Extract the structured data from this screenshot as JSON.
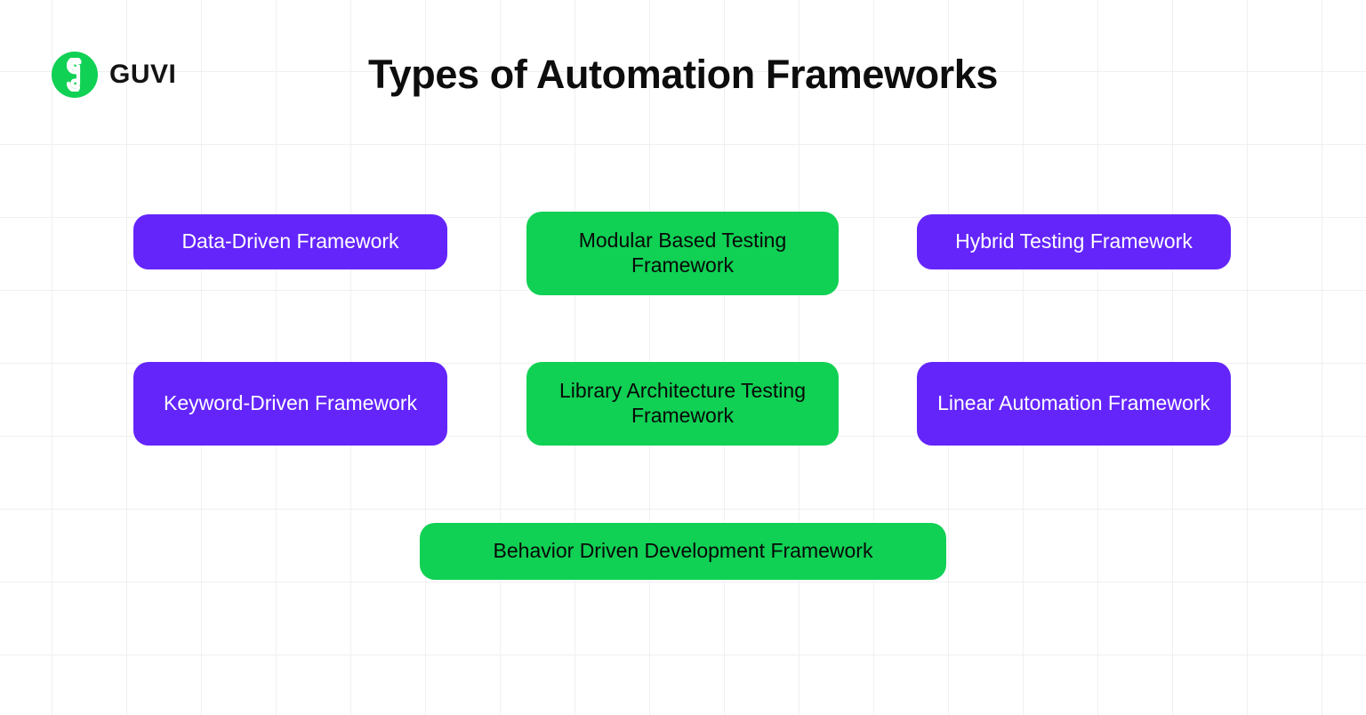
{
  "brand": {
    "name": "GUVI",
    "logo_icon": "guvi-g-mark-icon",
    "logo_color": "#10D154"
  },
  "header": {
    "title": "Types of Automation Frameworks"
  },
  "theme": {
    "background": "#FFFFFF",
    "grid_line": "#F0F0F2",
    "purple": "#6425FB",
    "green": "#10D154",
    "purple_text": "#FFFFFF",
    "green_text": "#080808",
    "title_text": "#0D0D0D"
  },
  "diagram": {
    "type": "card-grid",
    "columns": 3,
    "rows": [
      {
        "cards": [
          {
            "label": "Data-Driven Framework",
            "color": "purple"
          },
          {
            "label": "Modular Based Testing Framework",
            "color": "green"
          },
          {
            "label": "Hybrid Testing Framework",
            "color": "purple"
          }
        ]
      },
      {
        "cards": [
          {
            "label": "Keyword-Driven Framework",
            "color": "purple"
          },
          {
            "label": "Library Architecture Testing Framework",
            "color": "green"
          },
          {
            "label": "Linear Automation Framework",
            "color": "purple"
          }
        ]
      },
      {
        "cards": [
          {
            "label": "Behavior Driven Development Framework",
            "color": "green"
          }
        ]
      }
    ]
  }
}
